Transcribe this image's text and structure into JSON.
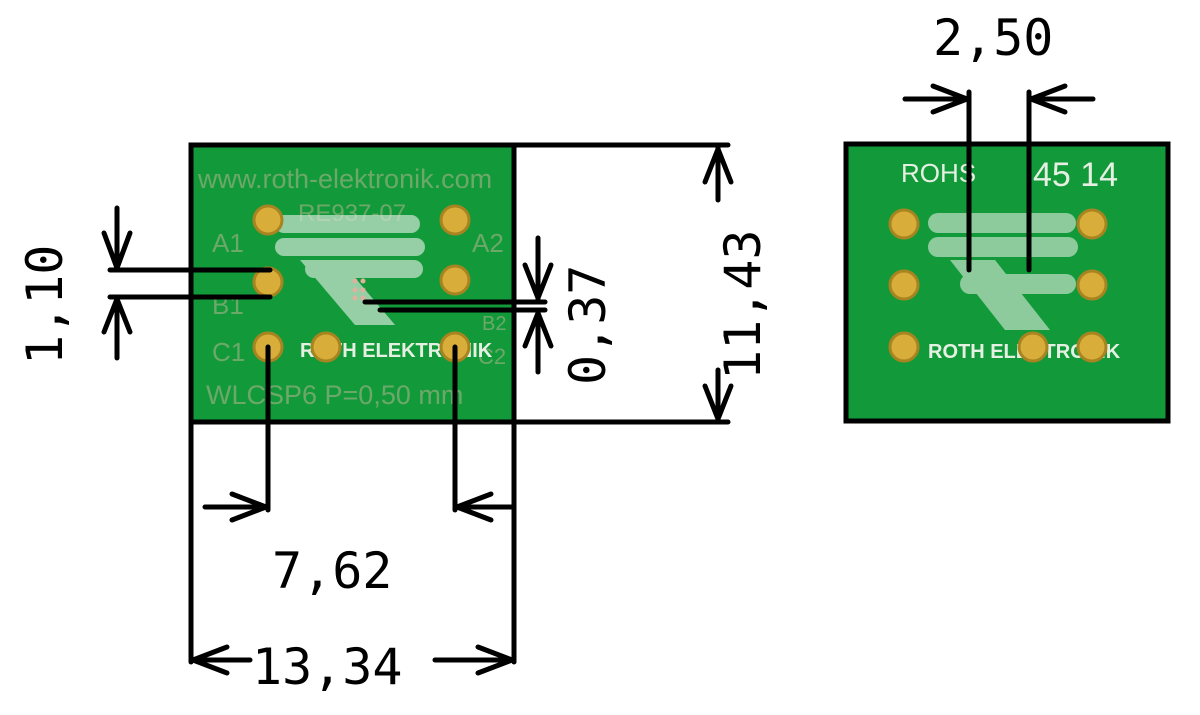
{
  "colors": {
    "pcb_green": "#129a3a",
    "pcb_green_dark": "#0d7a2d",
    "pad_gold": "#d9ad3a",
    "pad_ring": "#a88420",
    "logo_overlay": "#cfe6d3",
    "dimension_ink": "#000000"
  },
  "left_board": {
    "url_text": "www.roth-elektronik.com",
    "part_number": "RE937-07",
    "pin_labels": [
      "A1",
      "A2",
      "B1",
      "B2",
      "C1",
      "C2"
    ],
    "brand_text": "ROTH ELEKTRONIK",
    "package_text": "WLCSP6 P=0,50 mm",
    "registered_mark": "®"
  },
  "right_board": {
    "rohs_text": "ROHS",
    "code_text": "45 14",
    "brand_text": "ROTH ELEKTRONIK"
  },
  "dimensions": {
    "pad_pitch_vertical": "1,10",
    "trace_gap": "0,37",
    "board_height": "11,43",
    "pad_span_horizontal": "7,62",
    "board_width": "13,34",
    "fine_pitch": "2,50"
  }
}
